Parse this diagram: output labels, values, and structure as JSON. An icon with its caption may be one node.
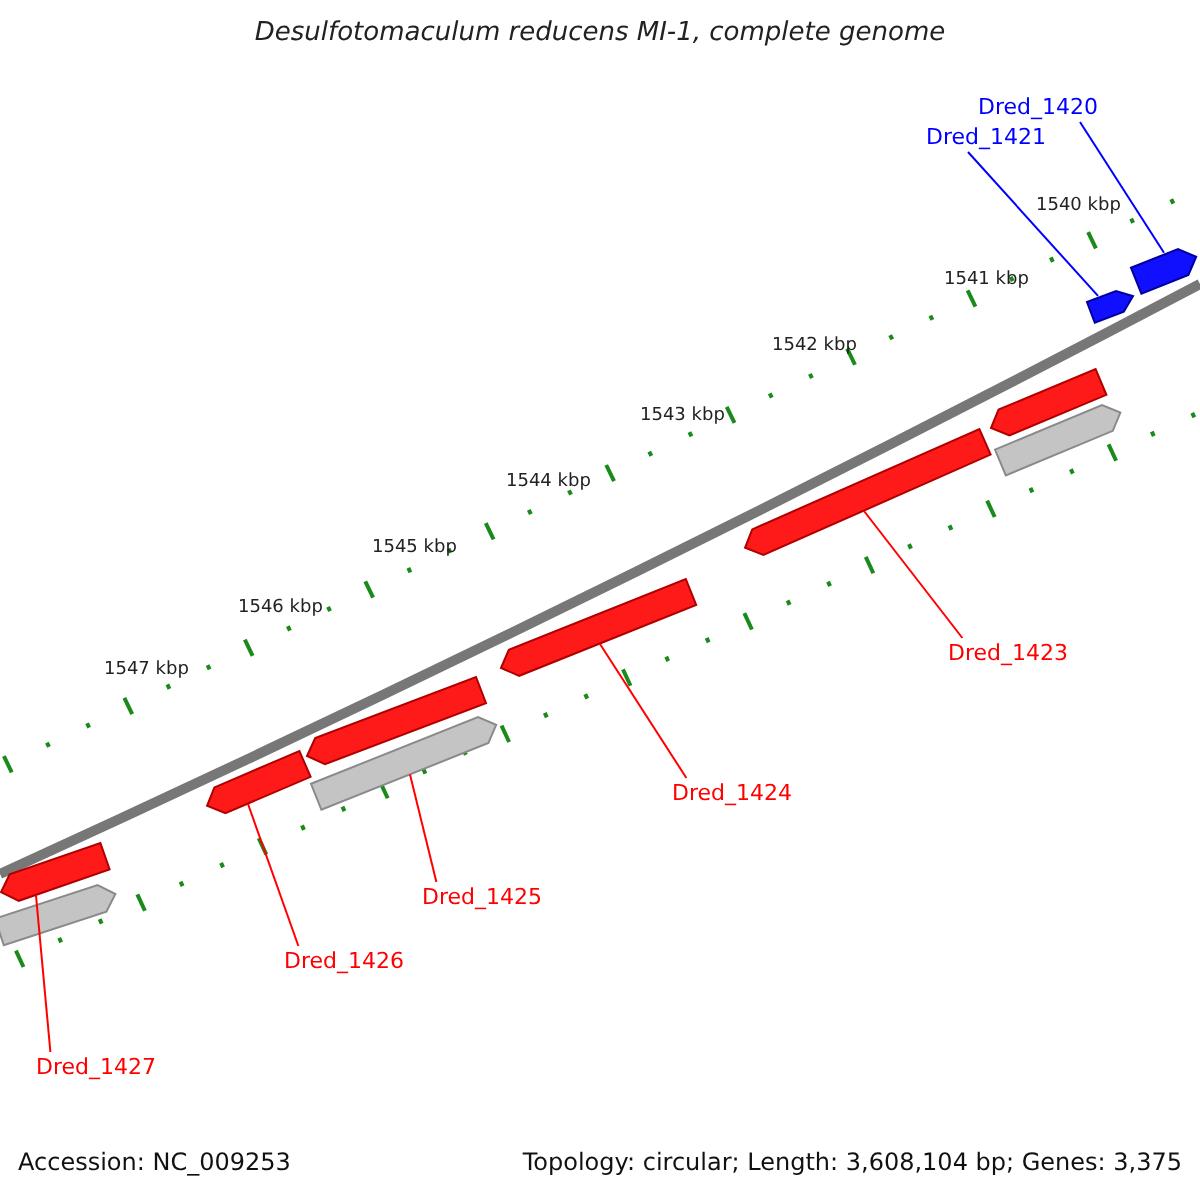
{
  "diagram": {
    "title": "Desulfotomaculum reducens MI-1, complete genome",
    "nodes": [
      {
        "text": [
          "Dred_1420"
        ]
      },
      {
        "text": [
          "Dred_1421"
        ]
      },
      {
        "text": [
          "Dred_1423"
        ]
      },
      {
        "text": [
          "Dred_1424"
        ]
      },
      {
        "text": [
          "Dred_1425"
        ]
      },
      {
        "text": [
          "Dred_1426"
        ]
      },
      {
        "text": [
          "Dred_1427"
        ]
      },
      {
        "text": [],
        "shape": "bar"
      },
      {
        "text": [],
        "shape": "bar"
      },
      {
        "text": [],
        "shape": "bar"
      },
      {
        "text": [],
        "shape": "bar"
      },
      {
        "text": [],
        "shape": "bar"
      },
      {
        "text": [],
        "shape": "bar"
      },
      {
        "text": [],
        "shape": "bar"
      },
      {
        "text": [],
        "shape": "bar"
      },
      {
        "text": [],
        "shape": "bar"
      },
      {
        "text": [],
        "shape": "bar"
      },
      {
        "text": [],
        "shape": "bar"
      }
    ],
    "edges": [
      {
        "from": 0,
        "to": 17,
        "arrow": "none",
        "color": "#0000ff"
      },
      {
        "from": 1,
        "to": 16,
        "arrow": "none",
        "color": "#0000ff"
      },
      {
        "from": 2,
        "to": 13,
        "arrow": "none"
      },
      {
        "from": 3,
        "to": 12,
        "arrow": "none"
      },
      {
        "from": 4,
        "to": 11,
        "arrow": "none"
      },
      {
        "from": 5,
        "to": 9,
        "arrow": "none"
      },
      {
        "from": 6,
        "to": 7,
        "arrow": "none"
      }
    ],
    "labels": [
      "1540 kbp",
      "1541 kbp",
      "1542 kbp",
      "1543 kbp",
      "1544 kbp",
      "1545 kbp",
      "1546 kbp",
      "1547 kbp",
      "Accession: NC_009253",
      "Topology: circular; Length: 3,608,104 bp; Genes: 3,375"
    ]
  }
}
